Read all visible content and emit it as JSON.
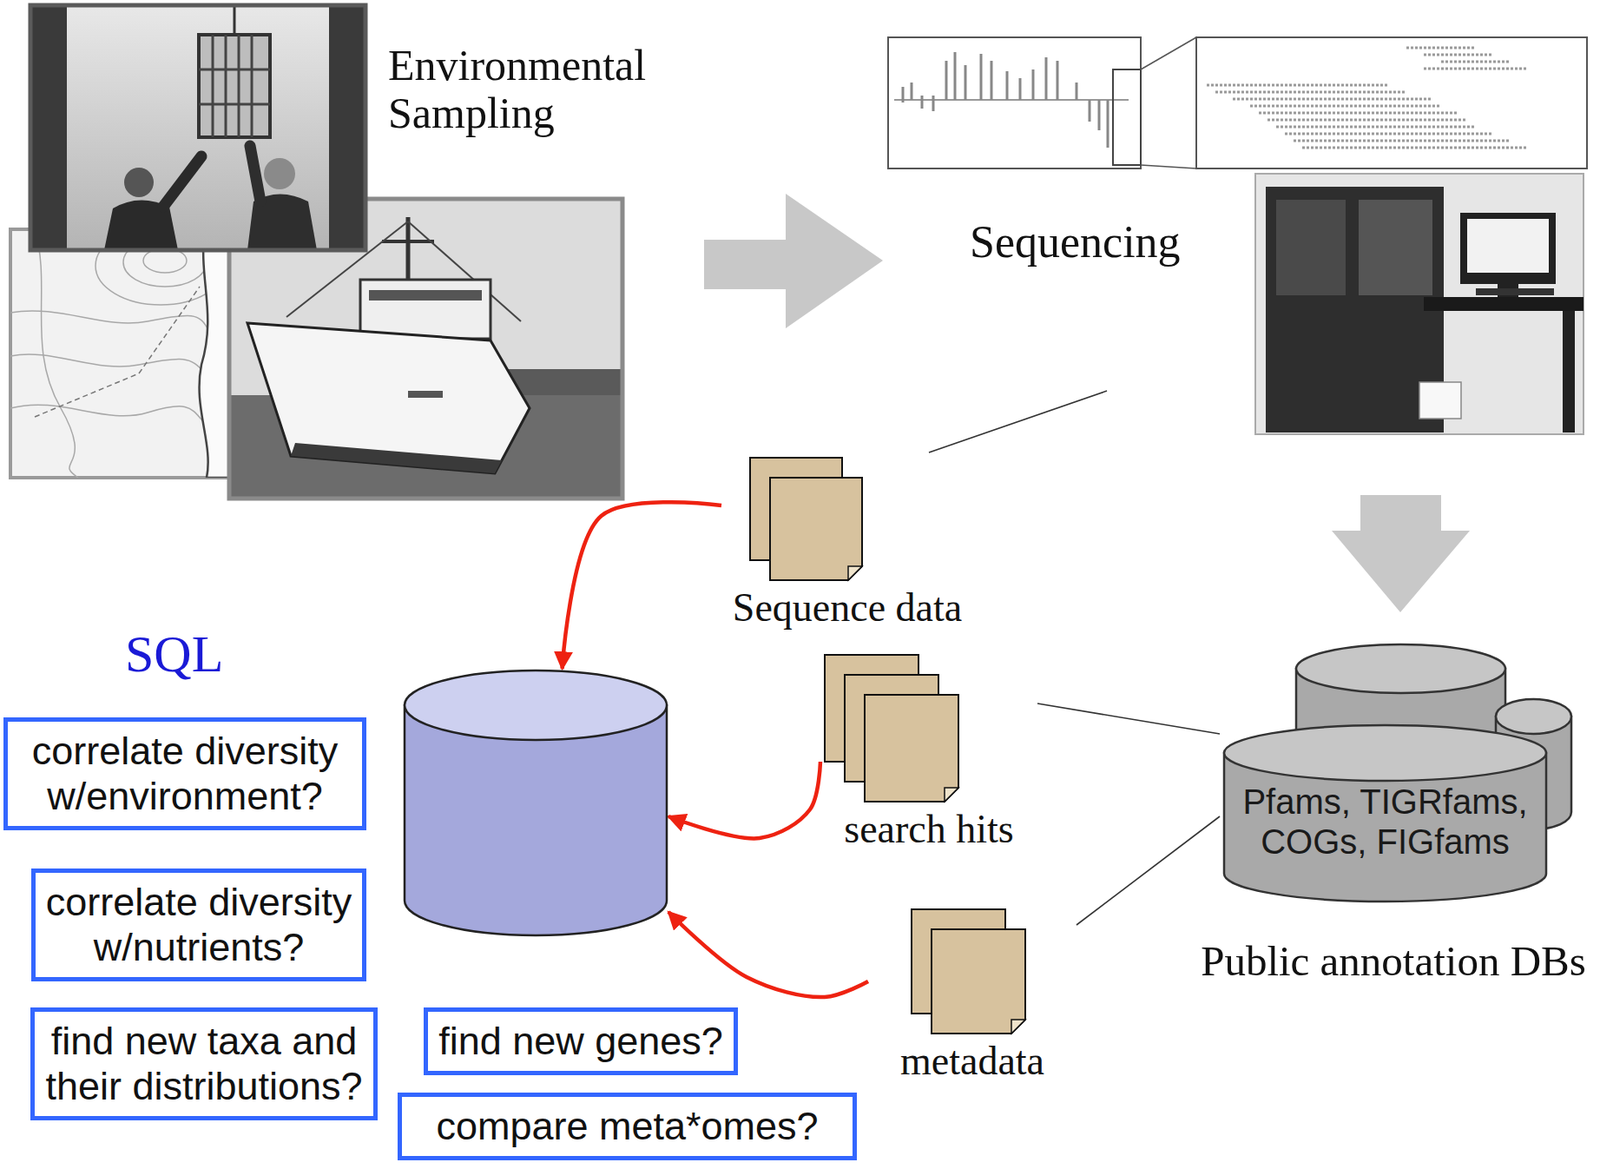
{
  "diagram": {
    "nodes": [
      {
        "text": [
          "Sequence data"
        ]
      },
      {
        "text": [
          "SQL"
        ]
      },
      {
        "text": [
          "search hits"
        ]
      },
      {
        "text": [
          "Pfams, TIGRfams, COGs, FIGfams",
          "Public annotation DBs"
        ]
      },
      {
        "text": [
          "correlate diversity w/environment?"
        ]
      },
      {
        "text": [
          "correlate diversity w/nutrients?"
        ]
      },
      {
        "text": [
          "metadata"
        ]
      },
      {
        "text": [
          "find new taxa and their distributions?"
        ]
      },
      {
        "text": [
          "find new genes?"
        ]
      },
      {
        "text": [
          "compare meta*omes?"
        ]
      }
    ],
    "edges": [
      {
        "from": 0,
        "to": 1,
        "arrow": "to"
      },
      {
        "from": 2,
        "to": 1,
        "arrow": "to"
      },
      {
        "from": 6,
        "to": 1,
        "arrow": "to"
      },
      {
        "from": 3,
        "to": 2,
        "arrow": "none"
      },
      {
        "from": 3,
        "to": 6,
        "arrow": "none"
      }
    ],
    "labels": [
      "Environmental Sampling",
      "Sequencing"
    ]
  }
}
